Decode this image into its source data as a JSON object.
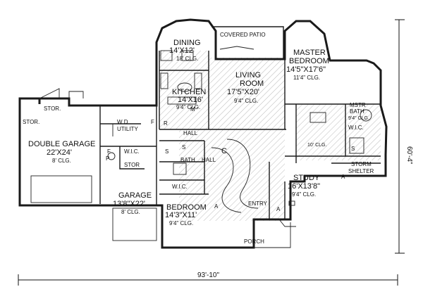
{
  "rooms": {
    "covered_patio": {
      "name": "COVERED PATIO"
    },
    "dining": {
      "name": "DINING",
      "size": "14'X12'",
      "ceiling": "18' CLG."
    },
    "living": {
      "name": "LIVING",
      "name2": "ROOM",
      "size": "17'5\"X20'",
      "ceiling": "9'4\" CLG."
    },
    "master_bedroom": {
      "name": "MASTER",
      "name2": "BEDROOM",
      "size": "14'5\"X17'6\"",
      "ceiling": "11'4\" CLG."
    },
    "kitchen": {
      "name": "KITCHEN",
      "size": "14'X16'",
      "ceiling": "9'4\" CLG."
    },
    "master_bath": {
      "name": "MSTR",
      "name2": "BATH",
      "ceiling": "9'4\" CLG."
    },
    "double_garage": {
      "name": "DOUBLE GARAGE",
      "size": "22'X24'",
      "ceiling": "8' CLG."
    },
    "garage": {
      "name": "GARAGE",
      "size": "13'8\"X22'",
      "ceiling": "8' CLG."
    },
    "bedroom": {
      "name": "BEDROOM",
      "size": "14'3\"X11'",
      "ceiling": "9'4\" CLG."
    },
    "study": {
      "name": "STUDY",
      "size": "16'X13'8\"",
      "ceiling": "9'4\" CLG."
    },
    "storm_shelter": {
      "name": "STORM",
      "name2": "SHELTER"
    },
    "porch": {
      "name": "PORCH"
    },
    "entry": {
      "name": "ENTRY"
    },
    "hall": {
      "name": "HALL"
    },
    "hall2": {
      "name": "HALL"
    },
    "bath": {
      "name": "BATH"
    },
    "utility": {
      "name": "UTILITY"
    },
    "stor_top": {
      "name": "STOR."
    },
    "stor_left": {
      "name": "STOR."
    },
    "stor_mid": {
      "name": "STOR"
    },
    "wic_left": {
      "name": "W.I.C."
    },
    "wic_bed": {
      "name": "W.I.C."
    },
    "wic_mstr": {
      "name": "W.I.C."
    },
    "closet_ceiling": {
      "label": "10' CLG."
    }
  },
  "fixtures": {
    "washer_dryer": "W  D",
    "fridge": "F",
    "range": "R",
    "microwave": "M",
    "shower_a": "S",
    "shower_b": "S",
    "shower_c": "S",
    "column_c": "C",
    "a_left": "A",
    "a_right": "A",
    "a_study": "A",
    "ref_f": "F",
    "ref_p": "P"
  },
  "dimensions": {
    "width": "93'-10\"",
    "depth": "60'-4\""
  },
  "colors": {
    "line": "#1a1a1a",
    "background": "#ffffff",
    "hatch": "#9a9a9a"
  }
}
